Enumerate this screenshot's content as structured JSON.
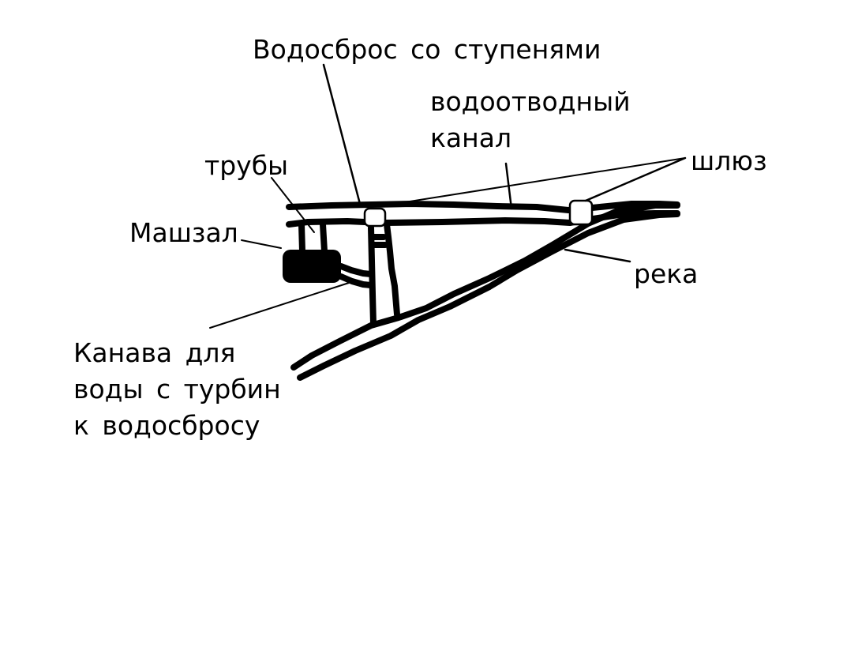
{
  "labels": {
    "spillway": "Водосброс  со  ступенями",
    "channel_line1": "водоотводный",
    "channel_line2": "канал",
    "pipes": "трубы",
    "gate": "шлюз",
    "powerhouse": "Машзал",
    "river": "река",
    "ditch_line1": "Канава  для",
    "ditch_line2": "воды  с  турбин",
    "ditch_line3": "к  водосбросу"
  }
}
